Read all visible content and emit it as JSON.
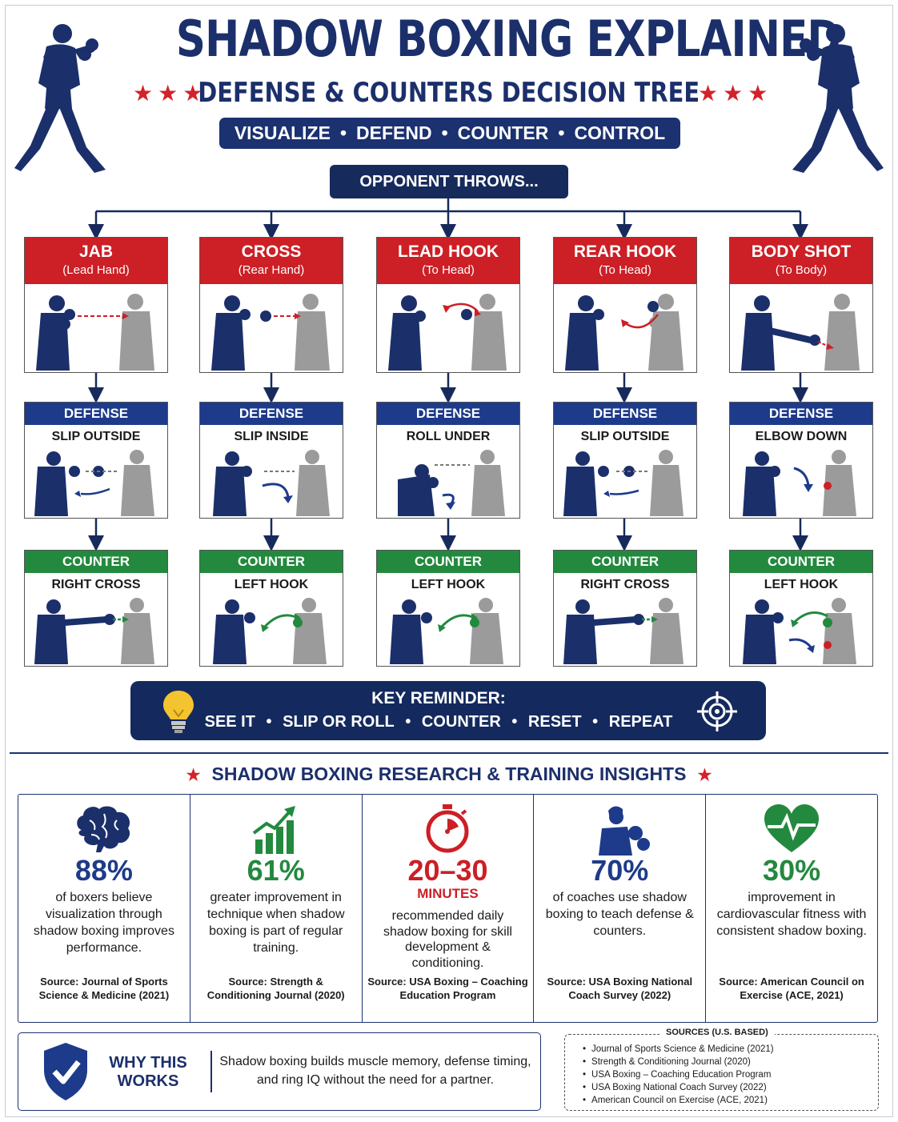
{
  "header": {
    "title": "SHADOW BOXING EXPLAINED",
    "subtitle": "DEFENSE & COUNTERS DECISION TREE",
    "stars": "★★★",
    "tagline": [
      "VISUALIZE",
      "DEFEND",
      "COUNTER",
      "CONTROL"
    ],
    "separator": "•",
    "opponent_prompt": "OPPONENT THROWS..."
  },
  "colors": {
    "navy": "#1b3170",
    "red": "#cc1f26",
    "blue": "#1d3b8a",
    "green": "#23893e",
    "opponent_gray": "#9b9b9b"
  },
  "tree": [
    {
      "attack": "JAB",
      "sub": "(Lead Hand)",
      "defense_header": "DEFENSE",
      "defense": "SLIP OUTSIDE",
      "counter_header": "COUNTER",
      "counter": "RIGHT CROSS"
    },
    {
      "attack": "CROSS",
      "sub": "(Rear Hand)",
      "defense_header": "DEFENSE",
      "defense": "SLIP INSIDE",
      "counter_header": "COUNTER",
      "counter": "LEFT HOOK"
    },
    {
      "attack": "LEAD HOOK",
      "sub": "(To Head)",
      "defense_header": "DEFENSE",
      "defense": "ROLL UNDER",
      "counter_header": "COUNTER",
      "counter": "LEFT HOOK"
    },
    {
      "attack": "REAR HOOK",
      "sub": "(To Head)",
      "defense_header": "DEFENSE",
      "defense": "SLIP OUTSIDE",
      "counter_header": "COUNTER",
      "counter": "RIGHT CROSS"
    },
    {
      "attack": "BODY SHOT",
      "sub": "(To Body)",
      "defense_header": "DEFENSE",
      "defense": "ELBOW DOWN",
      "counter_header": "COUNTER",
      "counter": "LEFT HOOK"
    }
  ],
  "reminder": {
    "title": "KEY REMINDER:",
    "steps": [
      "SEE IT",
      "SLIP OR ROLL",
      "COUNTER",
      "RESET",
      "REPEAT"
    ]
  },
  "research": {
    "title": "SHADOW BOXING RESEARCH & TRAINING INSIGHTS",
    "star": "★",
    "stats": [
      {
        "icon": "brain-icon",
        "value": "88%",
        "color": "#1d3b8a",
        "desc": "of boxers believe visualization through shadow boxing improves performance.",
        "source": "Source: Journal of Sports Science & Medicine (2021)"
      },
      {
        "icon": "growth-chart-icon",
        "value": "61%",
        "color": "#23893e",
        "desc": "greater improvement in technique when shadow boxing is part of regular training.",
        "source": "Source: Strength & Conditioning Journal (2020)"
      },
      {
        "icon": "stopwatch-icon",
        "value": "20–30",
        "unit": "MINUTES",
        "color": "#cc1f26",
        "desc": "recommended daily shadow boxing for skill development & conditioning.",
        "source": "Source: USA Boxing – Coaching Education Program"
      },
      {
        "icon": "boxer-icon",
        "value": "70%",
        "color": "#1d3b8a",
        "desc": "of coaches use shadow boxing to teach defense & counters.",
        "source": "Source: USA Boxing National Coach Survey (2022)"
      },
      {
        "icon": "heart-pulse-icon",
        "value": "30%",
        "color": "#23893e",
        "desc": "improvement in cardiovascular fitness with consistent shadow boxing.",
        "source": "Source: American Council on Exercise (ACE, 2021)"
      }
    ]
  },
  "why": {
    "title": "WHY THIS WORKS",
    "text": "Shadow boxing builds muscle memory, defense timing, and ring IQ without the need for a partner."
  },
  "sources": {
    "title": "SOURCES (U.S. BASED)",
    "items": [
      "Journal of Sports Science & Medicine (2021)",
      "Strength & Conditioning Journal (2020)",
      "USA Boxing – Coaching Education Program",
      "USA Boxing National Coach Survey (2022)",
      "American Council on Exercise (ACE, 2021)"
    ]
  }
}
